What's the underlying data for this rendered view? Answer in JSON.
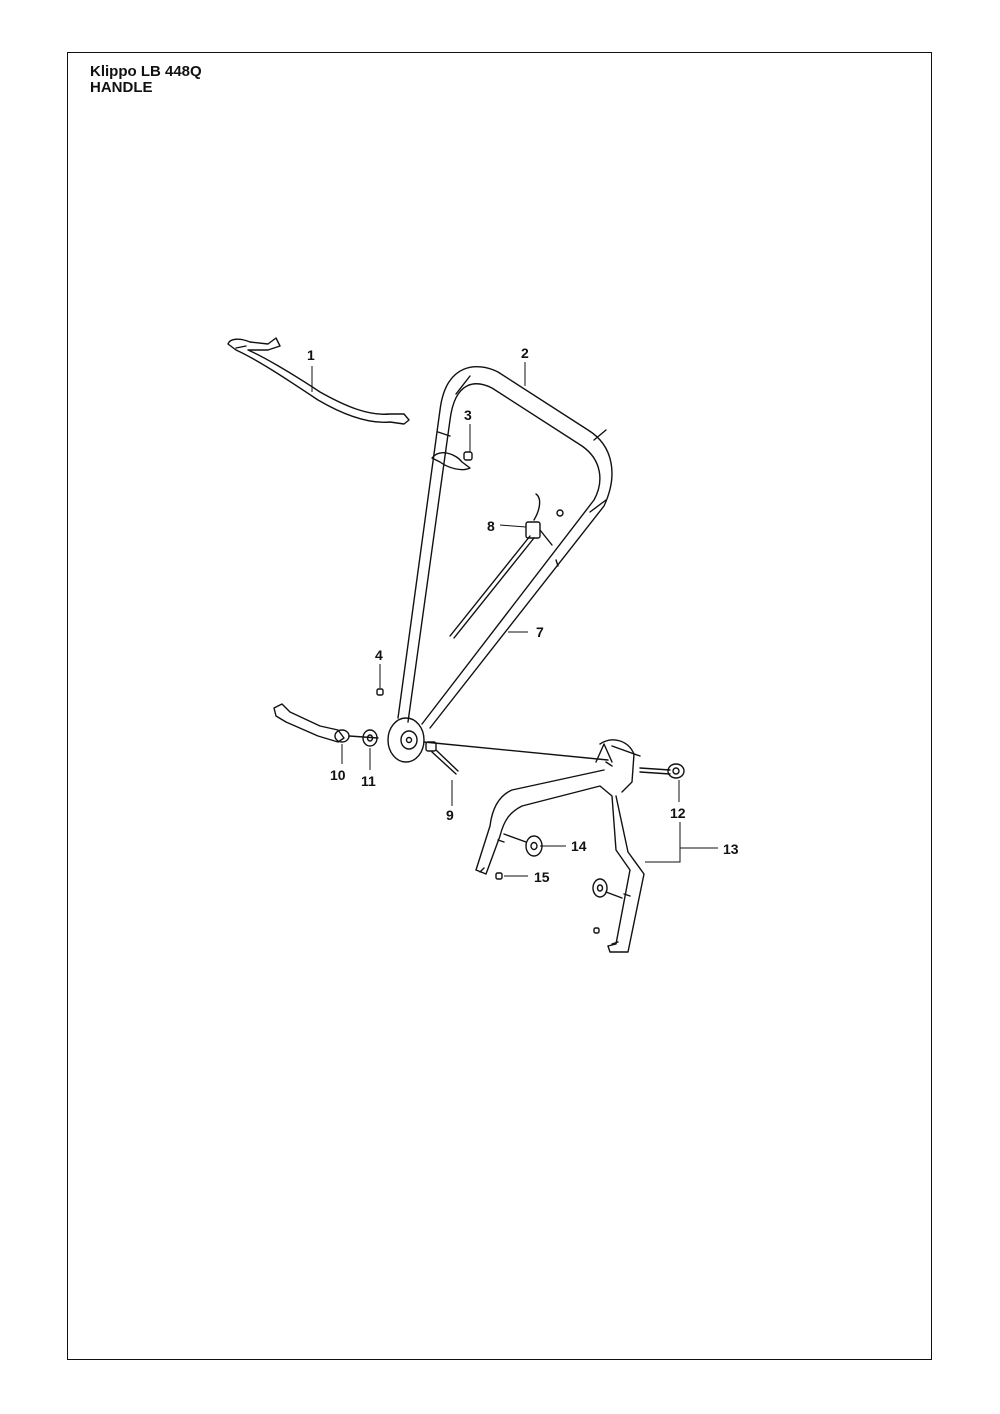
{
  "header": {
    "model": "Klippo LB 448Q",
    "section": "HANDLE"
  },
  "callouts": [
    {
      "id": "1",
      "label": "1"
    },
    {
      "id": "2",
      "label": "2"
    },
    {
      "id": "3",
      "label": "3"
    },
    {
      "id": "4",
      "label": "4"
    },
    {
      "id": "7",
      "label": "7"
    },
    {
      "id": "8",
      "label": "8"
    },
    {
      "id": "9",
      "label": "9"
    },
    {
      "id": "10",
      "label": "10"
    },
    {
      "id": "11",
      "label": "11"
    },
    {
      "id": "12",
      "label": "12"
    },
    {
      "id": "13",
      "label": "13"
    },
    {
      "id": "14",
      "label": "14"
    },
    {
      "id": "15",
      "label": "15"
    }
  ]
}
